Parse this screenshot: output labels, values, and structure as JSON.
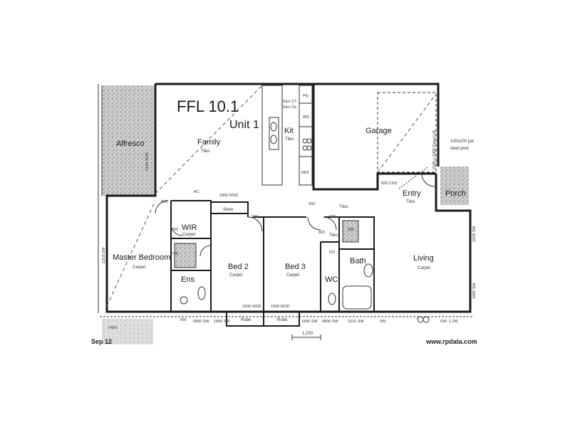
{
  "header": {
    "level": "FFL 10.1",
    "unit": "Unit 1"
  },
  "rooms": {
    "alfresco": "Alfresco",
    "family": "Family",
    "family_finish": "Tiles",
    "kit": "Kit",
    "kit_finish": "Tiles",
    "garage": "Garage",
    "porch": "Porch",
    "entry": "Entry",
    "entry_finish": "Tiles",
    "wir": "WIR",
    "wir_finish": "Carpet",
    "store": "Store",
    "master": "Master Bedroom",
    "master_finish": "Carpet",
    "ens": "Ens",
    "bed2": "Bed 2",
    "bed2_finish": "Carpet",
    "bed3": "Bed 3",
    "bed3_finish": "Carpet",
    "wc": "WC",
    "bath": "Bath",
    "living": "Living",
    "living_finish": "Carpet",
    "robe_1": "Robe",
    "robe_2": "Robe",
    "hall_finish": "Tiles",
    "bath_finish": "Tiles"
  },
  "notes": {
    "elec_ct": "Elec CT",
    "elec_ov": "Elec Ov",
    "pty": "Pty",
    "wd": "WD",
    "ref": "REF",
    "alfresco_dim": "2134 SOD",
    "garage_door": "2100 x 2400 Panel Lift",
    "post_1": "100x100 pai",
    "post_2": "steel post",
    "csd": "820 CSD",
    "ac": "AC",
    "wsd_top": "1800 WSD",
    "d820_1": "820",
    "d820_2": "820",
    "d820_3": "820",
    "d820_4": "820",
    "d900_1": "900",
    "d900_2": "900",
    "d700": "700",
    "d720_1": "720",
    "d720_2": "720",
    "master_win": "1218 SW",
    "living_win_1": "1829 SW",
    "living_win_2": "1800 SW",
    "wsd_bed2": "1500 WSD",
    "wsd_bed3": "1500 WSD",
    "sw_1": "0906 SW",
    "sw_2": "1806 SW",
    "sw_3": "1806 SW",
    "sw_4": "0806 SW",
    "sw_5": "1015 SW",
    "sw_6": "0W",
    "sw_7": "0W",
    "sw_8": "1.2M",
    "hws": "HWS",
    "gm": "GM",
    "dim_bottom": "1,200"
  },
  "footer": {
    "date": "Sep 12",
    "source": "www.rpdata.com"
  }
}
